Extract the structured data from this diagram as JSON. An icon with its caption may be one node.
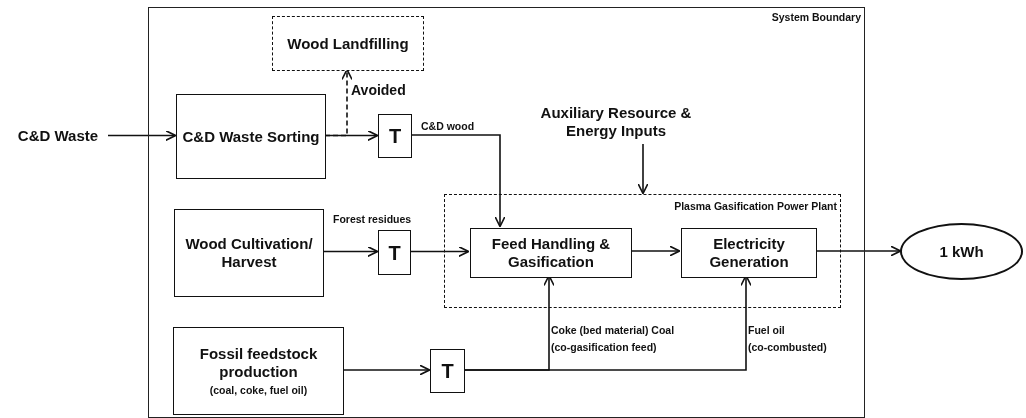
{
  "diagram": {
    "nodes": [
      {
        "text": [
          "System Boundary"
        ]
      },
      {
        "text": [
          "C&D Waste"
        ]
      },
      {
        "text": [
          "Wood Landfilling"
        ],
        "in": 0
      },
      {
        "text": [
          "C&D Waste Sorting"
        ],
        "in": 0
      },
      {
        "text": [
          "T"
        ],
        "in": 0
      },
      {
        "text": [
          "Auxiliary Resource & Energy Inputs"
        ],
        "in": 0
      },
      {
        "text": [
          "Plasma Gasification Power Plant"
        ],
        "in": 0
      },
      {
        "text": [
          "Wood Cultivation/ Harvest"
        ],
        "in": 0
      },
      {
        "text": [
          "T"
        ],
        "in": 0
      },
      {
        "text": [
          "Feed Handling & Gasification"
        ],
        "in": 6
      },
      {
        "text": [
          "Electricity Generation"
        ],
        "in": 6
      },
      {
        "text": [
          "1 kWh"
        ]
      },
      {
        "text": [
          "Fossil feedstock production",
          "(coal, coke, fuel oil)"
        ],
        "in": 0
      },
      {
        "text": [
          "T"
        ],
        "in": 0
      }
    ],
    "edges": [
      {
        "from": 1,
        "to": 3,
        "arrow": "to"
      },
      {
        "from": 3,
        "to": 4,
        "arrow": "to"
      },
      {
        "from": 3,
        "to": 2,
        "arrow": "to",
        "label": "Avoided",
        "style": "dashed"
      },
      {
        "from": 4,
        "to": 9,
        "arrow": "to",
        "label": "C&D wood"
      },
      {
        "from": 5,
        "to": 6,
        "arrow": "to"
      },
      {
        "from": 7,
        "to": 8,
        "arrow": "to"
      },
      {
        "from": 8,
        "to": 9,
        "arrow": "to",
        "label": "Forest residues"
      },
      {
        "from": 9,
        "to": 10,
        "arrow": "to"
      },
      {
        "from": 10,
        "to": 11,
        "arrow": "to"
      },
      {
        "from": 12,
        "to": 13,
        "arrow": "to"
      },
      {
        "from": 13,
        "to": 9,
        "arrow": "to",
        "label": "Coke (bed material) Coal (co-gasification feed)"
      },
      {
        "from": 13,
        "to": 10,
        "arrow": "to",
        "label": "Fuel oil (co-combusted)"
      }
    ]
  }
}
